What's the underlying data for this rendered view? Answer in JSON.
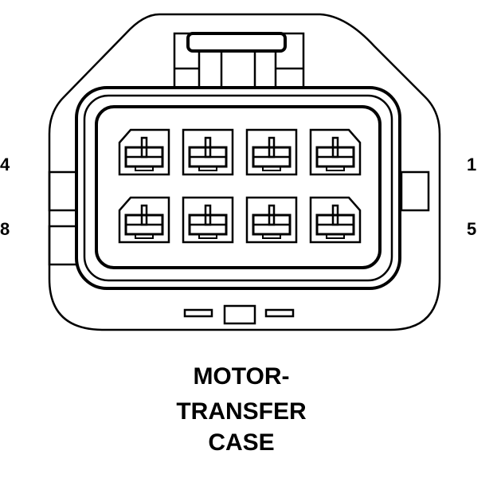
{
  "connector": {
    "pin_labels": {
      "top_left": "4",
      "bottom_left": "8",
      "top_right": "1",
      "bottom_right": "5"
    },
    "caption": {
      "line1": "MOTOR-",
      "line2": "TRANSFER",
      "line3": "CASE"
    },
    "cavity_rows": 2,
    "cavities_per_row": 4,
    "line_color": "#000000",
    "background_color": "#ffffff"
  }
}
